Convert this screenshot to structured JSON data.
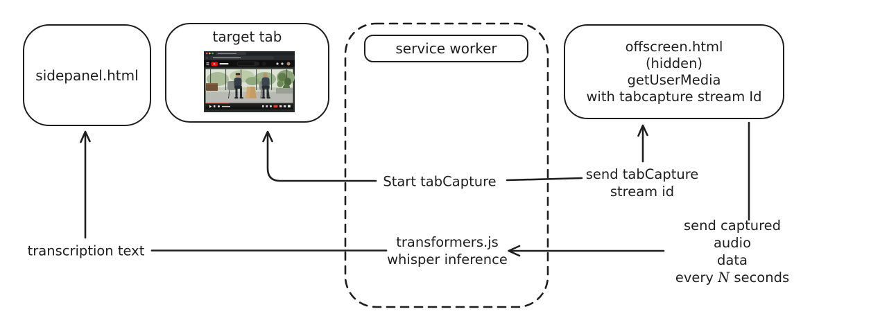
{
  "colors": {
    "ink": "#1e1e1e",
    "background": "#ffffff",
    "youtube_red": "#ff0303",
    "traffic_light_red": "#ff5f57",
    "traffic_light_yellow": "#febc2e",
    "traffic_light_green": "#28c840"
  },
  "nodes": {
    "sidepanel": {
      "label": "sidepanel.html"
    },
    "target_tab": {
      "label": "target tab"
    },
    "service_worker": {
      "label": "service worker"
    },
    "offscreen": {
      "lines": [
        "offscreen.html",
        "(hidden)",
        "getUserMedia",
        "with tabcapture stream Id"
      ]
    },
    "transformers": {
      "lines": [
        "transformers.js",
        "whisper inference"
      ]
    }
  },
  "edge_labels": {
    "start_tabcapture": "Start tabCapture",
    "send_stream_id": {
      "lines": [
        "send tabCapture",
        "stream id"
      ]
    },
    "send_audio": {
      "line1": "send captured audio",
      "line2": "data",
      "line3_prefix": "every ",
      "line3_emph": "N",
      "line3_suffix": " seconds"
    },
    "transcription": "transcription text"
  }
}
